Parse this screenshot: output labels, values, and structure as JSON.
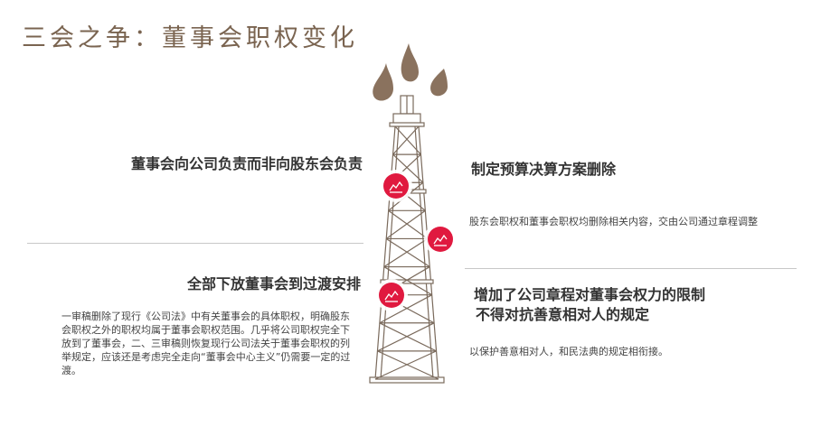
{
  "title": "三会之争：董事会职权变化",
  "left": {
    "top_heading": "董事会向公司负责而非向股东会负责",
    "bottom_heading": "全部下放董事会到过渡安排",
    "bottom_body": "一审稿删除了现行《公司法》中有关董事会的具体职权，明确股东会职权之外的职权均属于董事会职权范围。几乎将公司职权完全下放到了董事会，二、三审稿则恢复现行公司法关于董事会职权的列举规定，应该还是考虑完全走向“董事会中心主义”仍需要一定的过渡。"
  },
  "right": {
    "top_heading": "制定预算决算方案删除",
    "top_body": "股东会职权和董事会职权均删除相关内容，交由公司通过章程调整",
    "bottom_heading_line1": "增加了公司章程对董事会权力的限制",
    "bottom_heading_line2": "不得对抗善意相对人的规定",
    "bottom_body": "以保护善意相对人，和民法典的规定相衔接。"
  },
  "colors": {
    "title": "#7a6450",
    "tower": "#7a6a5c",
    "accent": "#e0193f"
  },
  "icons": [
    "chart-badge-icon",
    "chart-badge-icon",
    "chart-badge-icon"
  ]
}
